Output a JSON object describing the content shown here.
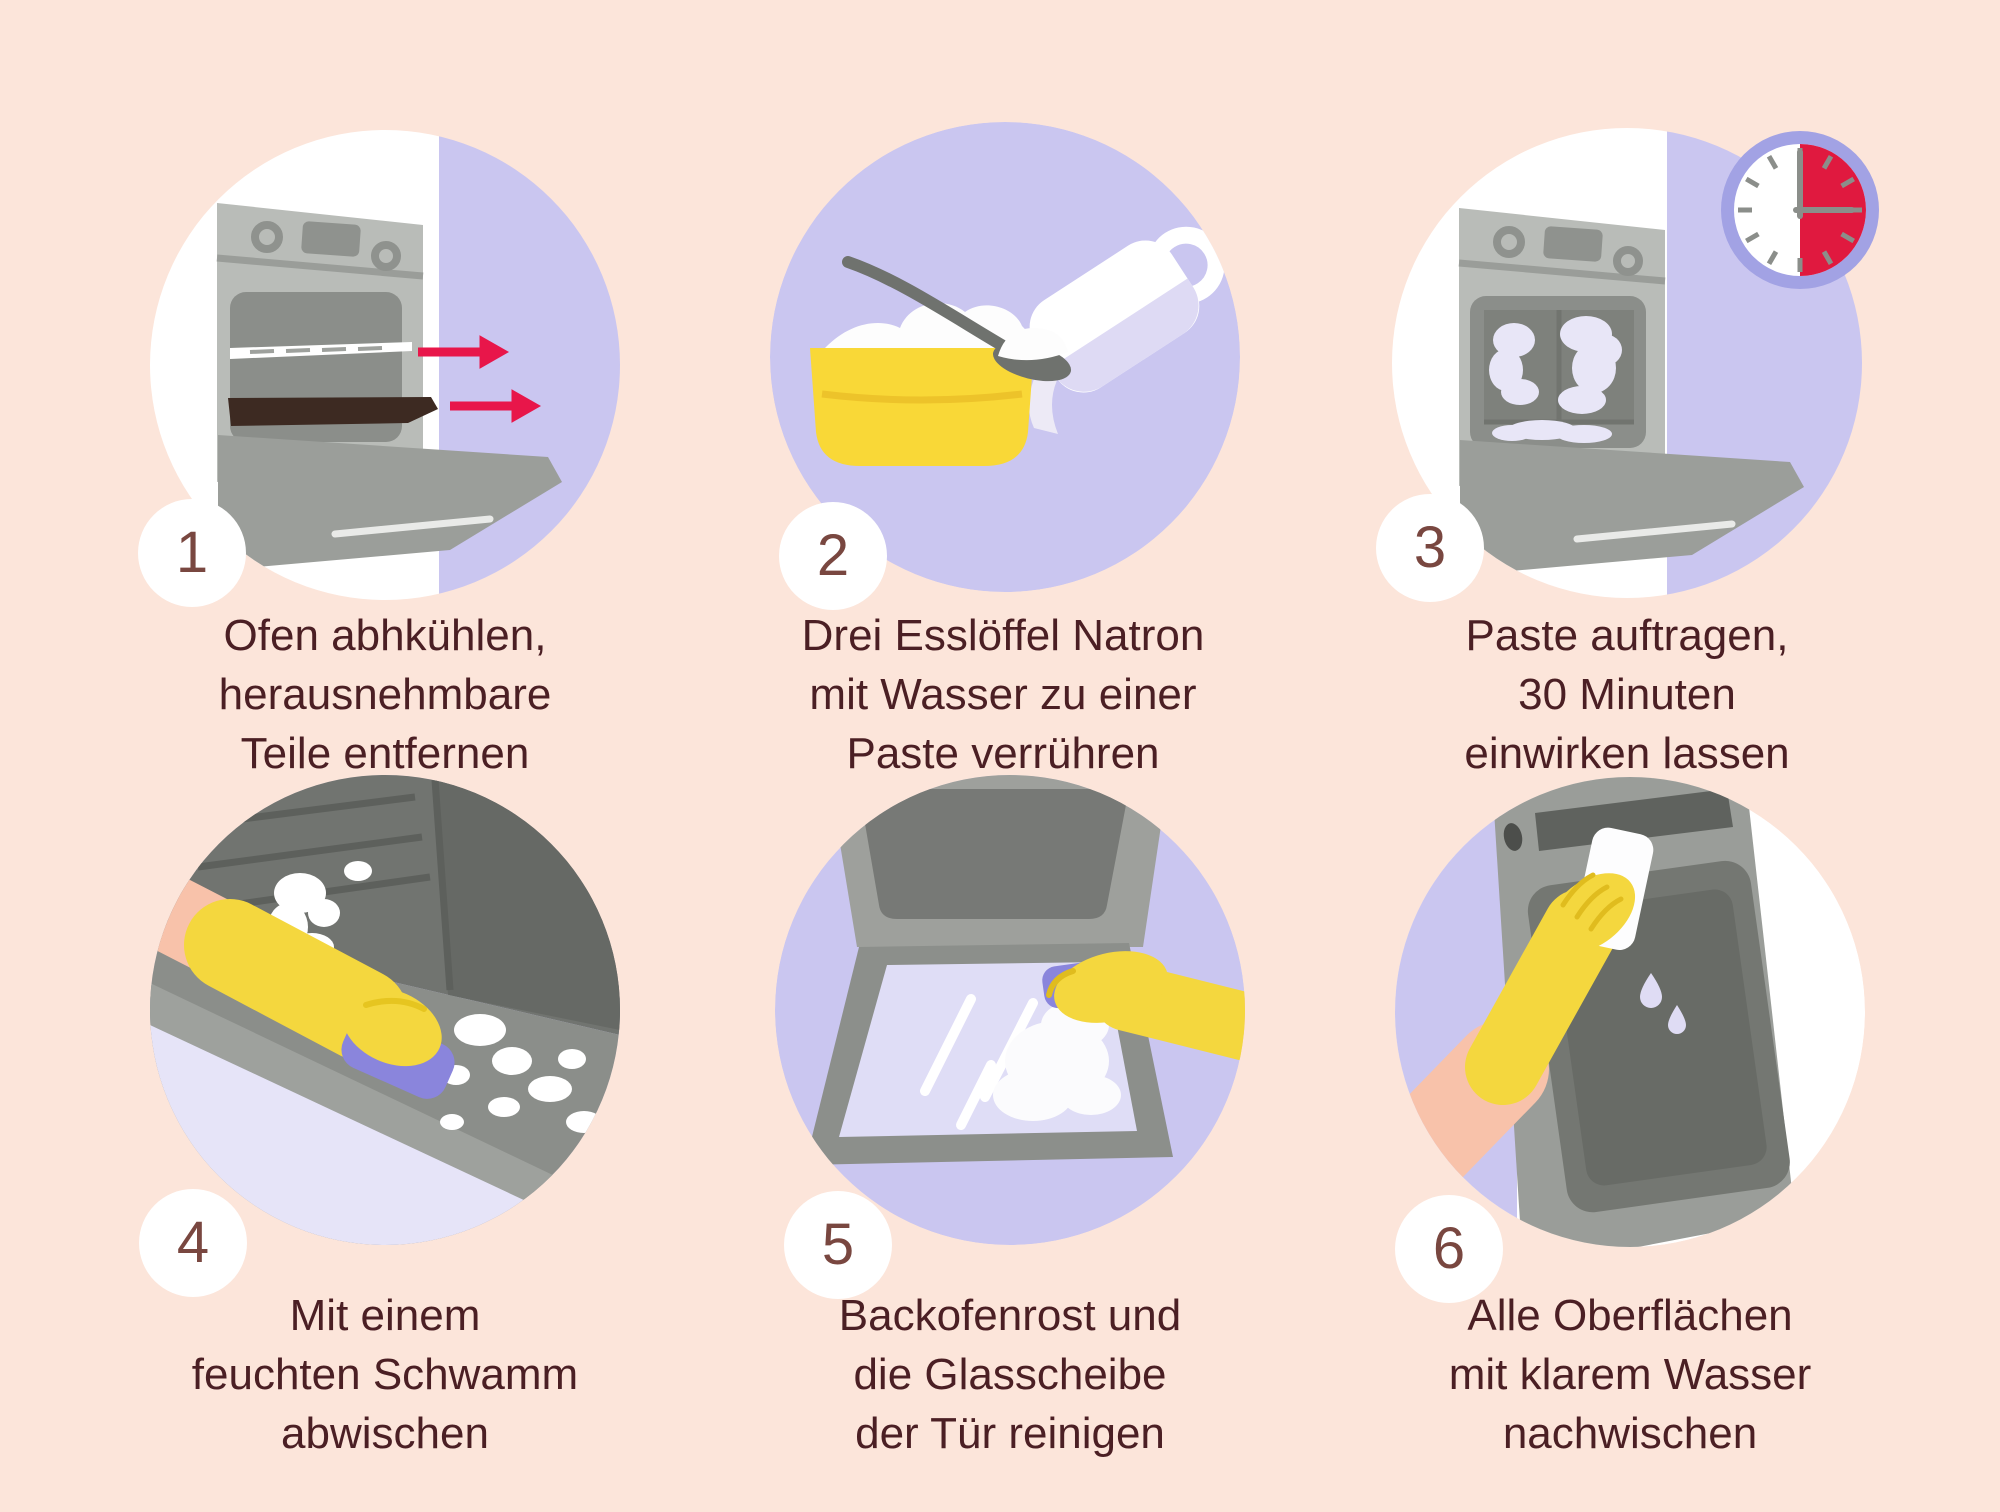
{
  "steps": [
    {
      "number": "1",
      "caption_lines": [
        "Ofen abhkühlen,",
        "herausnehmbare",
        "Teile entfernen"
      ],
      "illustration": "oven-open-remove-rack-and-tray"
    },
    {
      "number": "2",
      "caption_lines": [
        "Drei Esslöffel Natron",
        "mit Wasser zu einer",
        "Paste verrühren"
      ],
      "illustration": "bowl-with-soda-spoon-and-water-jug"
    },
    {
      "number": "3",
      "caption_lines": [
        "Paste auftragen,",
        "30 Minuten",
        "einwirken lassen"
      ],
      "illustration": "oven-with-paste-and-timer",
      "timer_fraction_elapsed": 0.5
    },
    {
      "number": "4",
      "caption_lines": [
        "Mit einem",
        "feuchten Schwamm",
        "abwischen"
      ],
      "illustration": "gloved-hand-sponge-wiping-oven-interior"
    },
    {
      "number": "5",
      "caption_lines": [
        "Backofenrost und",
        "die Glasscheibe",
        "der Tür reinigen"
      ],
      "illustration": "gloved-hand-cleaning-door-glass"
    },
    {
      "number": "6",
      "caption_lines": [
        "Alle Oberflächen",
        "mit klarem Wasser",
        "nachwischen"
      ],
      "illustration": "gloved-hand-wiping-door-with-cloth"
    }
  ],
  "colors": {
    "background_peach": "#fce5da",
    "circle_lavender": "#cac6f0",
    "circle_white": "#ffffff",
    "caption_text": "#4b1f24",
    "badge_number": "#794740",
    "arrow_red": "#e8164a",
    "timer_red": "#e0193f",
    "timer_ring": "#a2a2e4",
    "oven_body_gray": "#b9bcb8",
    "oven_cavity_gray": "#8b8e8a",
    "oven_door_gray": "#9b9e9a",
    "tray_brown": "#3d2a22",
    "bowl_yellow": "#f9d837",
    "glove_yellow": "#f4d73e",
    "sponge_purple": "#8a85dc",
    "skin_peach": "#f8c2aa",
    "paste_lavender_white": "#e8e6f7"
  }
}
